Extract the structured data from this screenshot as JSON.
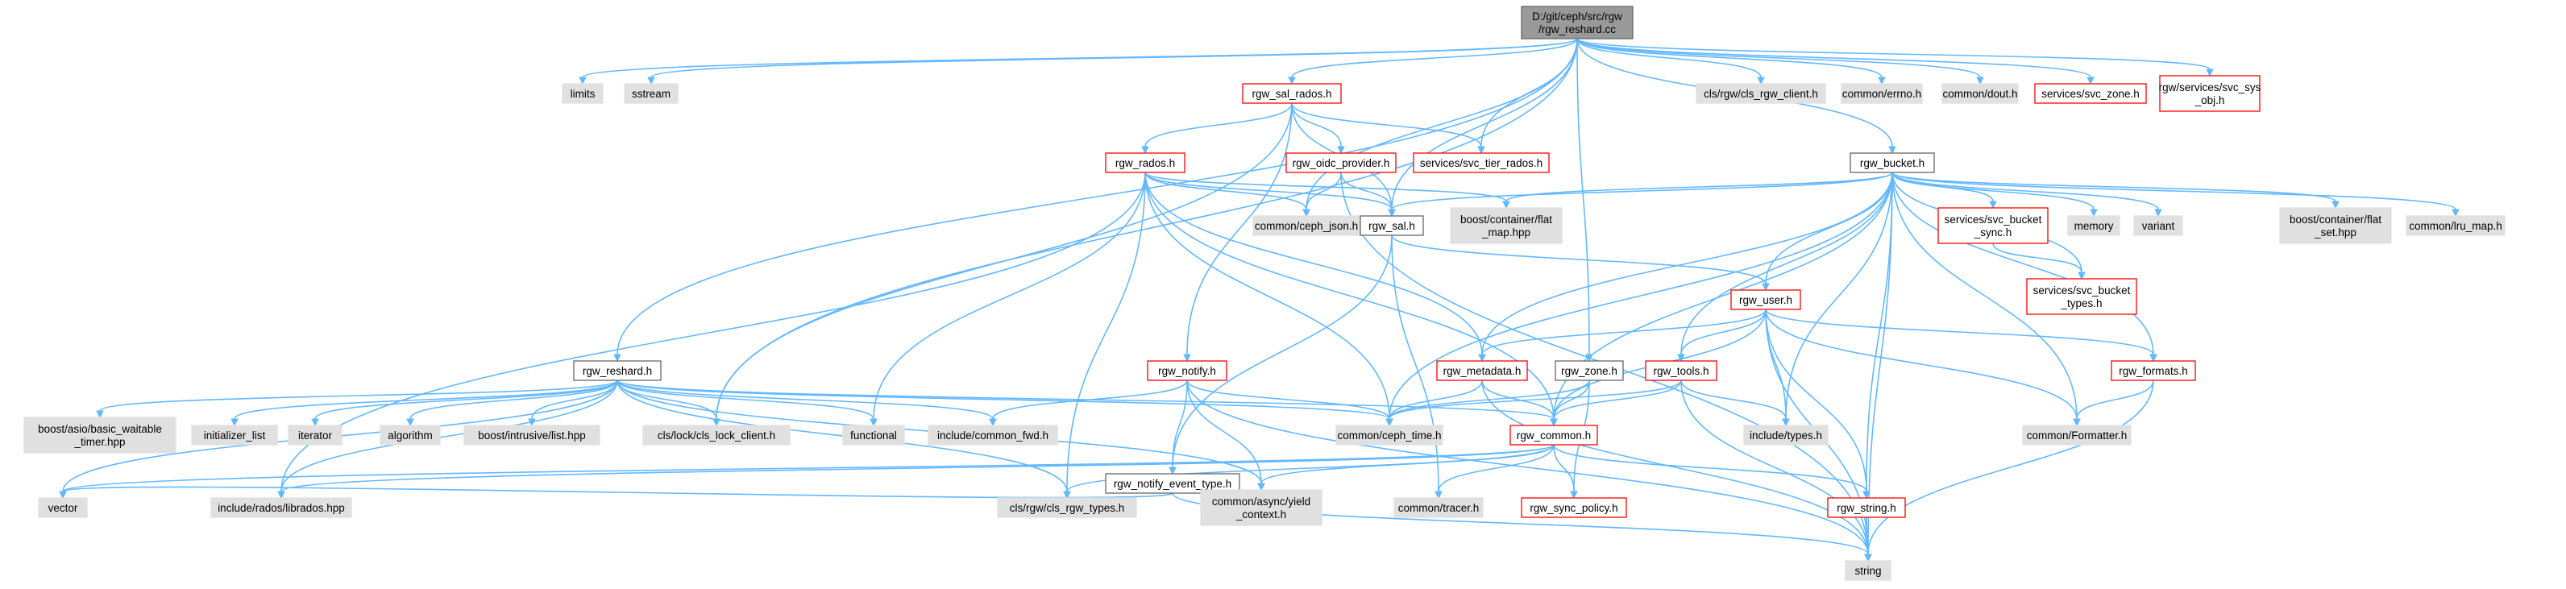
{
  "graph": {
    "nodes": [
      {
        "id": "root",
        "lines": [
          "D:/git/ceph/src/rgw",
          "/rgw_reshard.cc"
        ],
        "kind": "root"
      },
      {
        "id": "limits",
        "lines": [
          "limits"
        ],
        "kind": "grey"
      },
      {
        "id": "sstream",
        "lines": [
          "sstream"
        ],
        "kind": "grey"
      },
      {
        "id": "rgw_sal_rados",
        "lines": [
          "rgw_sal_rados.h"
        ],
        "kind": "red"
      },
      {
        "id": "cls_rgw_client",
        "lines": [
          "cls/rgw/cls_rgw_client.h"
        ],
        "kind": "grey"
      },
      {
        "id": "errno",
        "lines": [
          "common/errno.h"
        ],
        "kind": "grey"
      },
      {
        "id": "dout",
        "lines": [
          "common/dout.h"
        ],
        "kind": "grey"
      },
      {
        "id": "svc_zone",
        "lines": [
          "services/svc_zone.h"
        ],
        "kind": "red"
      },
      {
        "id": "svc_sys_obj",
        "lines": [
          "rgw/services/svc_sys",
          "_obj.h"
        ],
        "kind": "red"
      },
      {
        "id": "rgw_rados",
        "lines": [
          "rgw_rados.h"
        ],
        "kind": "red"
      },
      {
        "id": "rgw_oidc_provider",
        "lines": [
          "rgw_oidc_provider.h"
        ],
        "kind": "red"
      },
      {
        "id": "svc_tier_rados",
        "lines": [
          "services/svc_tier_rados.h"
        ],
        "kind": "red"
      },
      {
        "id": "rgw_bucket",
        "lines": [
          "rgw_bucket.h"
        ],
        "kind": "white"
      },
      {
        "id": "ceph_json",
        "lines": [
          "common/ceph_json.h"
        ],
        "kind": "grey"
      },
      {
        "id": "rgw_sal",
        "lines": [
          "rgw_sal.h"
        ],
        "kind": "white"
      },
      {
        "id": "flat_map",
        "lines": [
          "boost/container/flat",
          "_map.hpp"
        ],
        "kind": "grey"
      },
      {
        "id": "svc_bucket_sync",
        "lines": [
          "services/svc_bucket",
          "_sync.h"
        ],
        "kind": "red"
      },
      {
        "id": "memory",
        "lines": [
          "memory"
        ],
        "kind": "grey"
      },
      {
        "id": "variant",
        "lines": [
          "variant"
        ],
        "kind": "grey"
      },
      {
        "id": "flat_set",
        "lines": [
          "boost/container/flat",
          "_set.hpp"
        ],
        "kind": "grey"
      },
      {
        "id": "lru_map",
        "lines": [
          "common/lru_map.h"
        ],
        "kind": "grey"
      },
      {
        "id": "svc_bucket_types",
        "lines": [
          "services/svc_bucket",
          "_types.h"
        ],
        "kind": "red"
      },
      {
        "id": "rgw_user",
        "lines": [
          "rgw_user.h"
        ],
        "kind": "red"
      },
      {
        "id": "rgw_reshard_h",
        "lines": [
          "rgw_reshard.h"
        ],
        "kind": "white"
      },
      {
        "id": "rgw_notify",
        "lines": [
          "rgw_notify.h"
        ],
        "kind": "red"
      },
      {
        "id": "rgw_metadata",
        "lines": [
          "rgw_metadata.h"
        ],
        "kind": "red"
      },
      {
        "id": "rgw_zone",
        "lines": [
          "rgw_zone.h"
        ],
        "kind": "white"
      },
      {
        "id": "rgw_tools",
        "lines": [
          "rgw_tools.h"
        ],
        "kind": "red"
      },
      {
        "id": "rgw_formats",
        "lines": [
          "rgw_formats.h"
        ],
        "kind": "red"
      },
      {
        "id": "asio_timer",
        "lines": [
          "boost/asio/basic_waitable",
          "_timer.hpp"
        ],
        "kind": "grey"
      },
      {
        "id": "initializer_list",
        "lines": [
          "initializer_list"
        ],
        "kind": "grey"
      },
      {
        "id": "iterator",
        "lines": [
          "iterator"
        ],
        "kind": "grey"
      },
      {
        "id": "algorithm",
        "lines": [
          "algorithm"
        ],
        "kind": "grey"
      },
      {
        "id": "intrusive_list",
        "lines": [
          "boost/intrusive/list.hpp"
        ],
        "kind": "grey"
      },
      {
        "id": "cls_lock_client",
        "lines": [
          "cls/lock/cls_lock_client.h"
        ],
        "kind": "grey"
      },
      {
        "id": "functional",
        "lines": [
          "functional"
        ],
        "kind": "grey"
      },
      {
        "id": "common_fwd",
        "lines": [
          "include/common_fwd.h"
        ],
        "kind": "grey"
      },
      {
        "id": "ceph_time",
        "lines": [
          "common/ceph_time.h"
        ],
        "kind": "grey"
      },
      {
        "id": "rgw_common",
        "lines": [
          "rgw_common.h"
        ],
        "kind": "red"
      },
      {
        "id": "include_types",
        "lines": [
          "include/types.h"
        ],
        "kind": "grey"
      },
      {
        "id": "formatter",
        "lines": [
          "common/Formatter.h"
        ],
        "kind": "grey"
      },
      {
        "id": "rgw_notify_event_type",
        "lines": [
          "rgw_notify_event_type.h"
        ],
        "kind": "white"
      },
      {
        "id": "vector",
        "lines": [
          "vector"
        ],
        "kind": "grey"
      },
      {
        "id": "librados",
        "lines": [
          "include/rados/librados.hpp"
        ],
        "kind": "grey"
      },
      {
        "id": "cls_rgw_types",
        "lines": [
          "cls/rgw/cls_rgw_types.h"
        ],
        "kind": "grey"
      },
      {
        "id": "yield_context",
        "lines": [
          "common/async/yield",
          "_context.h"
        ],
        "kind": "grey"
      },
      {
        "id": "tracer",
        "lines": [
          "common/tracer.h"
        ],
        "kind": "grey"
      },
      {
        "id": "rgw_sync_policy",
        "lines": [
          "rgw_sync_policy.h"
        ],
        "kind": "red"
      },
      {
        "id": "rgw_string",
        "lines": [
          "rgw_string.h"
        ],
        "kind": "red"
      },
      {
        "id": "string",
        "lines": [
          "string"
        ],
        "kind": "grey"
      }
    ],
    "edges": [
      [
        "root",
        "limits"
      ],
      [
        "root",
        "sstream"
      ],
      [
        "root",
        "rgw_sal_rados"
      ],
      [
        "root",
        "cls_rgw_client"
      ],
      [
        "root",
        "errno"
      ],
      [
        "root",
        "dout"
      ],
      [
        "root",
        "svc_zone"
      ],
      [
        "root",
        "svc_sys_obj"
      ],
      [
        "root",
        "rgw_bucket"
      ],
      [
        "root",
        "svc_tier_rados"
      ],
      [
        "root",
        "rgw_sal"
      ],
      [
        "root",
        "rgw_reshard_h"
      ],
      [
        "root",
        "cls_lock_client"
      ],
      [
        "root",
        "rgw_zone"
      ],
      [
        "root",
        "ceph_json"
      ],
      [
        "rgw_sal_rados",
        "rgw_rados"
      ],
      [
        "rgw_sal_rados",
        "rgw_oidc_provider"
      ],
      [
        "rgw_sal_rados",
        "svc_tier_rados"
      ],
      [
        "rgw_sal_rados",
        "rgw_sal"
      ],
      [
        "rgw_sal_rados",
        "rgw_notify"
      ],
      [
        "rgw_sal_rados",
        "cls_lock_client"
      ],
      [
        "rgw_rados",
        "rgw_sal"
      ],
      [
        "rgw_rados",
        "ceph_json"
      ],
      [
        "rgw_rados",
        "flat_map"
      ],
      [
        "rgw_rados",
        "librados"
      ],
      [
        "rgw_rados",
        "functional"
      ],
      [
        "rgw_rados",
        "ceph_time"
      ],
      [
        "rgw_rados",
        "rgw_common"
      ],
      [
        "rgw_rados",
        "rgw_metadata"
      ],
      [
        "rgw_rados",
        "cls_rgw_types"
      ],
      [
        "rgw_oidc_provider",
        "ceph_json"
      ],
      [
        "rgw_oidc_provider",
        "rgw_sal"
      ],
      [
        "rgw_oidc_provider",
        "string"
      ],
      [
        "rgw_bucket",
        "rgw_sal"
      ],
      [
        "rgw_bucket",
        "flat_map"
      ],
      [
        "rgw_bucket",
        "svc_bucket_sync"
      ],
      [
        "rgw_bucket",
        "memory"
      ],
      [
        "rgw_bucket",
        "variant"
      ],
      [
        "rgw_bucket",
        "flat_set"
      ],
      [
        "rgw_bucket",
        "lru_map"
      ],
      [
        "rgw_bucket",
        "svc_bucket_types"
      ],
      [
        "rgw_bucket",
        "rgw_formats"
      ],
      [
        "rgw_bucket",
        "formatter"
      ],
      [
        "rgw_bucket",
        "rgw_string"
      ],
      [
        "rgw_bucket",
        "include_types"
      ],
      [
        "rgw_bucket",
        "rgw_tools"
      ],
      [
        "rgw_bucket",
        "rgw_metadata"
      ],
      [
        "rgw_bucket",
        "ceph_time"
      ],
      [
        "rgw_bucket",
        "rgw_common"
      ],
      [
        "rgw_bucket",
        "string"
      ],
      [
        "rgw_bucket",
        "rgw_user"
      ],
      [
        "svc_bucket_sync",
        "svc_bucket_types"
      ],
      [
        "rgw_sal",
        "rgw_user"
      ],
      [
        "rgw_sal",
        "rgw_notify_event_type"
      ],
      [
        "rgw_sal",
        "tracer"
      ],
      [
        "rgw_user",
        "rgw_metadata"
      ],
      [
        "rgw_user",
        "rgw_tools"
      ],
      [
        "rgw_user",
        "rgw_formats"
      ],
      [
        "rgw_user",
        "include_types"
      ],
      [
        "rgw_user",
        "formatter"
      ],
      [
        "rgw_user",
        "rgw_common"
      ],
      [
        "rgw_user",
        "string"
      ],
      [
        "rgw_user",
        "rgw_string"
      ],
      [
        "rgw_reshard_h",
        "vector"
      ],
      [
        "rgw_reshard_h",
        "asio_timer"
      ],
      [
        "rgw_reshard_h",
        "initializer_list"
      ],
      [
        "rgw_reshard_h",
        "iterator"
      ],
      [
        "rgw_reshard_h",
        "algorithm"
      ],
      [
        "rgw_reshard_h",
        "intrusive_list"
      ],
      [
        "rgw_reshard_h",
        "cls_lock_client"
      ],
      [
        "rgw_reshard_h",
        "functional"
      ],
      [
        "rgw_reshard_h",
        "common_fwd"
      ],
      [
        "rgw_reshard_h",
        "ceph_time"
      ],
      [
        "rgw_reshard_h",
        "rgw_common"
      ],
      [
        "rgw_reshard_h",
        "librados"
      ],
      [
        "rgw_reshard_h",
        "cls_rgw_types"
      ],
      [
        "rgw_reshard_h",
        "yield_context"
      ],
      [
        "rgw_notify",
        "common_fwd"
      ],
      [
        "rgw_notify",
        "ceph_time"
      ],
      [
        "rgw_notify",
        "rgw_notify_event_type"
      ],
      [
        "rgw_notify",
        "yield_context"
      ],
      [
        "rgw_notify",
        "string"
      ],
      [
        "rgw_metadata",
        "ceph_time"
      ],
      [
        "rgw_metadata",
        "rgw_common"
      ],
      [
        "rgw_metadata",
        "string"
      ],
      [
        "rgw_zone",
        "ceph_time"
      ],
      [
        "rgw_zone",
        "rgw_common"
      ],
      [
        "rgw_zone",
        "rgw_sync_policy"
      ],
      [
        "rgw_tools",
        "ceph_time"
      ],
      [
        "rgw_tools",
        "rgw_common"
      ],
      [
        "rgw_tools",
        "include_types"
      ],
      [
        "rgw_tools",
        "string"
      ],
      [
        "rgw_formats",
        "formatter"
      ],
      [
        "rgw_formats",
        "string"
      ],
      [
        "rgw_common",
        "vector"
      ],
      [
        "rgw_common",
        "librados"
      ],
      [
        "rgw_common",
        "cls_rgw_types"
      ],
      [
        "rgw_common",
        "yield_context"
      ],
      [
        "rgw_common",
        "tracer"
      ],
      [
        "rgw_common",
        "rgw_sync_policy"
      ],
      [
        "rgw_common",
        "rgw_string"
      ],
      [
        "rgw_notify_event_type",
        "vector"
      ],
      [
        "rgw_notify_event_type",
        "string"
      ],
      [
        "rgw_string",
        "string"
      ]
    ]
  }
}
